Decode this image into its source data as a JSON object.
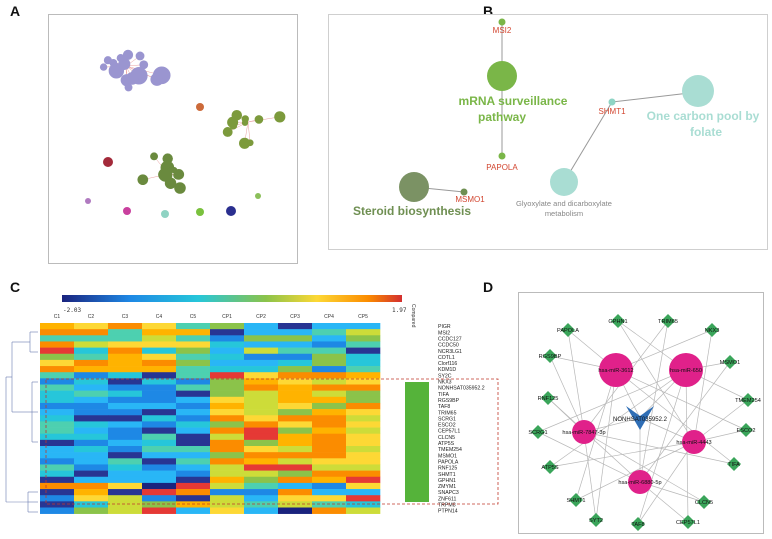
{
  "panels": {
    "a": {
      "letter": "A"
    },
    "b": {
      "letter": "B",
      "genes": [
        "MSI2",
        "PAPOLA",
        "SHMT1",
        "MSMO1"
      ],
      "pathways": [
        "mRNA surveillance pathway",
        "One carbon pool by folate",
        "Steroid biosynthesis",
        "Glyoxylate and dicarboxylate metabolism"
      ],
      "colors": {
        "gene": "#d2452f",
        "green": "#7ab648",
        "teal": "#8ed4c4",
        "olive": "#6f8f52"
      }
    },
    "c": {
      "letter": "C",
      "scale_min": "-2.03",
      "scale_max": "1.97",
      "scale_caption": "Compared",
      "columns": [
        "C1",
        "C2",
        "C3",
        "C4",
        "C5",
        "CP1",
        "CP2",
        "CP3",
        "CP4",
        "CP5"
      ],
      "genes": [
        "PIGR",
        "MSI2",
        "CCDC127",
        "CCDC50",
        "NCR3LG1",
        "COTL1",
        "Clorf116",
        "KDM1D",
        "SY2C",
        "NKX3",
        "NONHSAT035952.2",
        "TIFA",
        "RGS9BP",
        "TAF8",
        "TRIM65",
        "SCRG1",
        "ESCO2",
        "CEP57L1",
        "CLCN5",
        "ATP5S",
        "TMEM254",
        "MSMO1",
        "PAPOLA",
        "RNF125",
        "SHMT1",
        "GPHN1",
        "ZMYM1",
        "SNAPC3",
        "ZNF611",
        "TRPM8",
        "PTPN14"
      ]
    },
    "d": {
      "letter": "D",
      "center": "NONHSAT035952.2",
      "mirnas": [
        "hsa-miR-3612",
        "hsa-miR-650",
        "hsa-miR-7847-3p",
        "hsa-miR-4443",
        "hsa-miR-6880-5p"
      ],
      "targets": [
        "PAPOLA",
        "GPHN1",
        "TRIM65",
        "NKX3",
        "MSMO1",
        "RGS9BP",
        "TMEM254",
        "RNF125",
        "ESCO2",
        "SCRG1",
        "TIFA",
        "ATP5S",
        "CLCN5",
        "SHMT1",
        "CEP57L1",
        "SYT2",
        "TAF8"
      ],
      "colors": {
        "mirna": "#e0218a",
        "gene": "#3aa55a",
        "center": "#2f6eb5"
      }
    }
  }
}
